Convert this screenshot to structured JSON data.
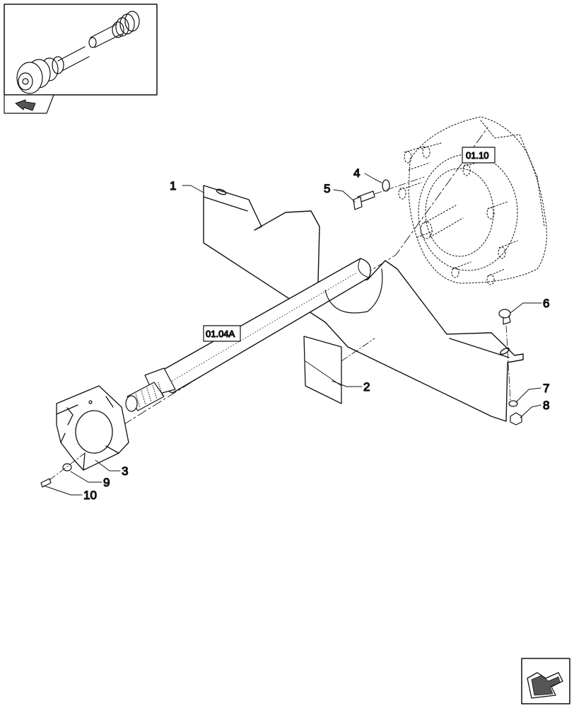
{
  "callouts": {
    "c1": "1",
    "c2": "2",
    "c3": "3",
    "c4": "4",
    "c5": "5",
    "c6": "6",
    "c7": "7",
    "c8": "8",
    "c9": "9",
    "c10": "10"
  },
  "refs": {
    "r1": "01.10",
    "r2": "01.04A"
  },
  "icons": {
    "thumbnail": "pto-shaft-thumbnail-icon",
    "nav_back": "nav-arrow-back-icon",
    "nav_next": "nav-arrow-next-icon"
  },
  "colors": {
    "line": "#111111",
    "background": "#ffffff"
  }
}
